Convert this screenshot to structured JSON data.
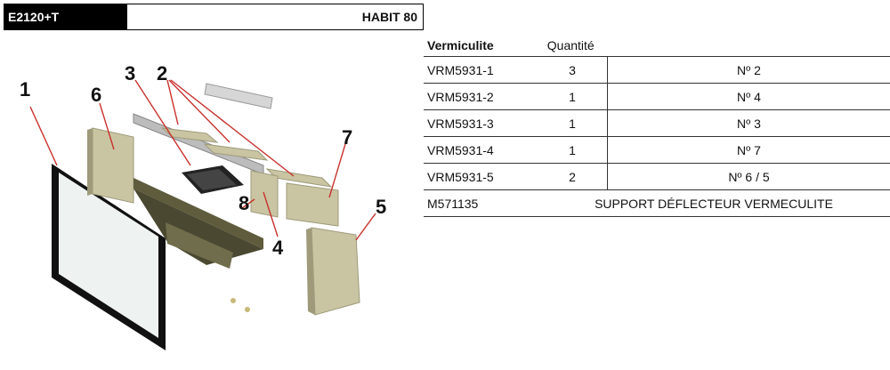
{
  "header": {
    "code": "E2120+T",
    "model": "HABIT 80"
  },
  "diagram": {
    "callouts": [
      "1",
      "6",
      "3",
      "2",
      "7",
      "8",
      "4",
      "5"
    ]
  },
  "table": {
    "headers": {
      "code": "Vermiculite",
      "qty": "Quantité"
    },
    "rows": [
      {
        "code": "VRM5931-1",
        "qty": "3",
        "ref": "Nº 2"
      },
      {
        "code": "VRM5931-2",
        "qty": "1",
        "ref": "Nº 4"
      },
      {
        "code": "VRM5931-3",
        "qty": "1",
        "ref": "Nº 3"
      },
      {
        "code": "VRM5931-4",
        "qty": "1",
        "ref": "Nº 7"
      },
      {
        "code": "VRM5931-5",
        "qty": "2",
        "ref": "Nº 6 / 5"
      }
    ],
    "last_row": {
      "code": "M571135",
      "desc": "SUPPORT DÉFLECTEUR VERMECULITE"
    }
  },
  "colors": {
    "arrow": "#c8312c",
    "panel": "#c9c5a3",
    "panel_dark": "#9e9a7a",
    "frame": "#111111"
  }
}
